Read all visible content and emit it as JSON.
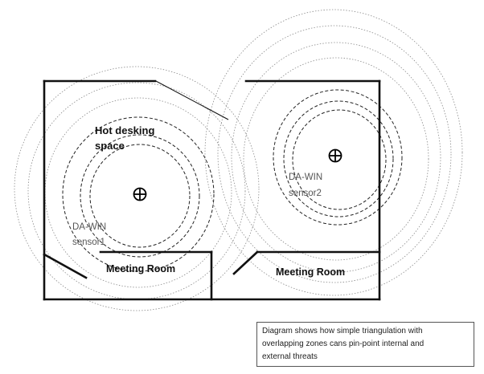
{
  "labels": {
    "hot_desk_line1": "Hot desking",
    "hot_desk_line2": "space",
    "sensor1_line1": "DA-WIN",
    "sensor1_line2": "sensor1",
    "sensor2_line1": "DA-WIN",
    "sensor2_line2": "sensor2",
    "meeting_room_left": "Meeting Room",
    "meeting_room_right": "Meeting Room"
  },
  "caption": {
    "line1": "Diagram shows how simple triangulation with",
    "line2": "overlapping zones cans pin-point internal and",
    "line3": "external threats"
  },
  "icons": {
    "sensor1": "crosshair-circle-icon",
    "sensor2": "crosshair-circle-icon"
  },
  "colors": {
    "wall": "#111111",
    "outer_rings": "#8a8a8a",
    "inner_rings": "#222222",
    "sensor_label": "#555555",
    "room_label": "#111111"
  }
}
